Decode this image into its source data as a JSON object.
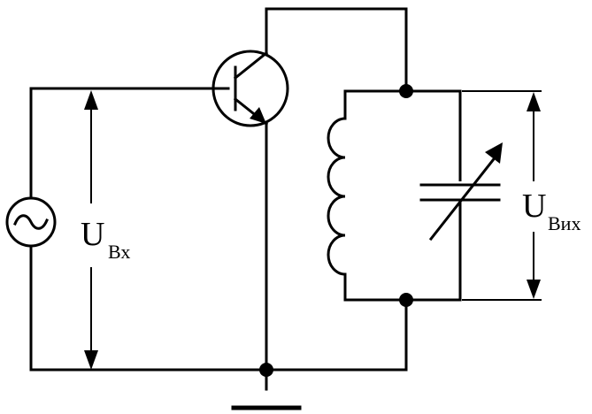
{
  "labels": {
    "input_voltage": {
      "main": "U",
      "sub": "Вх"
    },
    "output_voltage": {
      "main": "U",
      "sub": "Вих"
    }
  },
  "icons": {
    "source": "ac-source-icon",
    "transistor": "transistor-icon",
    "inductor": "inductor-icon",
    "capacitor": "variable-capacitor-icon",
    "ground": "ground-icon"
  }
}
